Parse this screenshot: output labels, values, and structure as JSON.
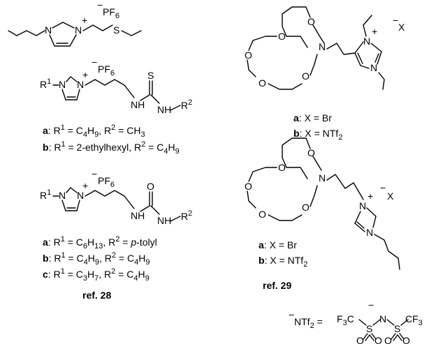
{
  "compound1": {
    "anion": "PF",
    "anion_sub": "6",
    "charge": "+",
    "n_label": "N",
    "s_label": "S"
  },
  "compound2": {
    "anion": "PF",
    "anion_sub": "6",
    "charge": "+",
    "s_label": "S",
    "nh1": "N",
    "h1": "H",
    "nh2": "N",
    "h2": "H",
    "r1": "R",
    "r1_sup": "1",
    "r2": "R",
    "r2_sup": "2",
    "a_prefix": "a",
    "a_text": ": R",
    "a_r1sup": "1",
    "a_eq1": " = C",
    "a_c4": "4",
    "a_h": "H",
    "a_h9": "9",
    "a_mid": ", R",
    "a_r2sup": "2",
    "a_eq2": " = CH",
    "a_ch3": "3",
    "b_prefix": "b",
    "b_text": ": R",
    "b_r1sup": "1",
    "b_eq1": " = 2-ethylhexyl, R",
    "b_r2sup": "2",
    "b_eq2": " = C",
    "b_c4": "4",
    "b_h": "H",
    "b_h9": "9"
  },
  "compound3": {
    "anion": "PF",
    "anion_sub": "6",
    "charge": "+",
    "o_label": "O",
    "r1": "R",
    "r1_sup": "1",
    "r2": "R",
    "r2_sup": "2",
    "n": "N",
    "h": "H",
    "a_prefix": "a",
    "a_r1": ": R",
    "a_r1sup": "1",
    "a_eq": " = C",
    "a_c": "6",
    "a_h": "H",
    "a_hn": "13",
    "a_mid": ", R",
    "a_r2sup": "2",
    "a_eq2": " = ",
    "a_p": "p",
    "a_tolyl": "-tolyl",
    "b_prefix": "b",
    "b_r1": ": R",
    "b_r1sup": "1",
    "b_eq": " = C",
    "b_c": "4",
    "b_h": "H",
    "b_hn": "9",
    "b_mid": ", R",
    "b_r2sup": "2",
    "b_eq2": " = C",
    "b_c2": "4",
    "b_h2": "H",
    "b_hn2": "9",
    "c_prefix": "c",
    "c_r1": ": R",
    "c_r1sup": "1",
    "c_eq": " = C",
    "c_c": "3",
    "c_h": "H",
    "c_hn": "7",
    "c_mid": ", R",
    "c_r2sup": "2",
    "c_eq2": " = C",
    "c_c2": "4",
    "c_h2": "H",
    "c_hn2": "9"
  },
  "ref28": "ref. 28",
  "crown1": {
    "o": "O",
    "n": "N",
    "x": "X",
    "minus": "−",
    "plus": "+",
    "a_prefix": "a",
    "a_text": ": X = Br",
    "b_prefix": "b",
    "b_text": ": X = NTf",
    "b_sub": "2"
  },
  "crown2": {
    "o": "O",
    "n": "N",
    "x": "X",
    "minus": "−",
    "plus": "+",
    "a_prefix": "a",
    "a_text": ": X = Br",
    "b_prefix": "b",
    "b_text": ": X = NTf",
    "b_sub": "2"
  },
  "ref29": "ref. 29",
  "ntf2": {
    "minus": "−",
    "ntf": "NTf",
    "sub": "2",
    "eq": " =",
    "f3c": "F",
    "f3c_sub": "3",
    "c": "C",
    "s": "S",
    "n": "N",
    "cf3": "CF",
    "cf3_sub": "3",
    "o": "O"
  }
}
